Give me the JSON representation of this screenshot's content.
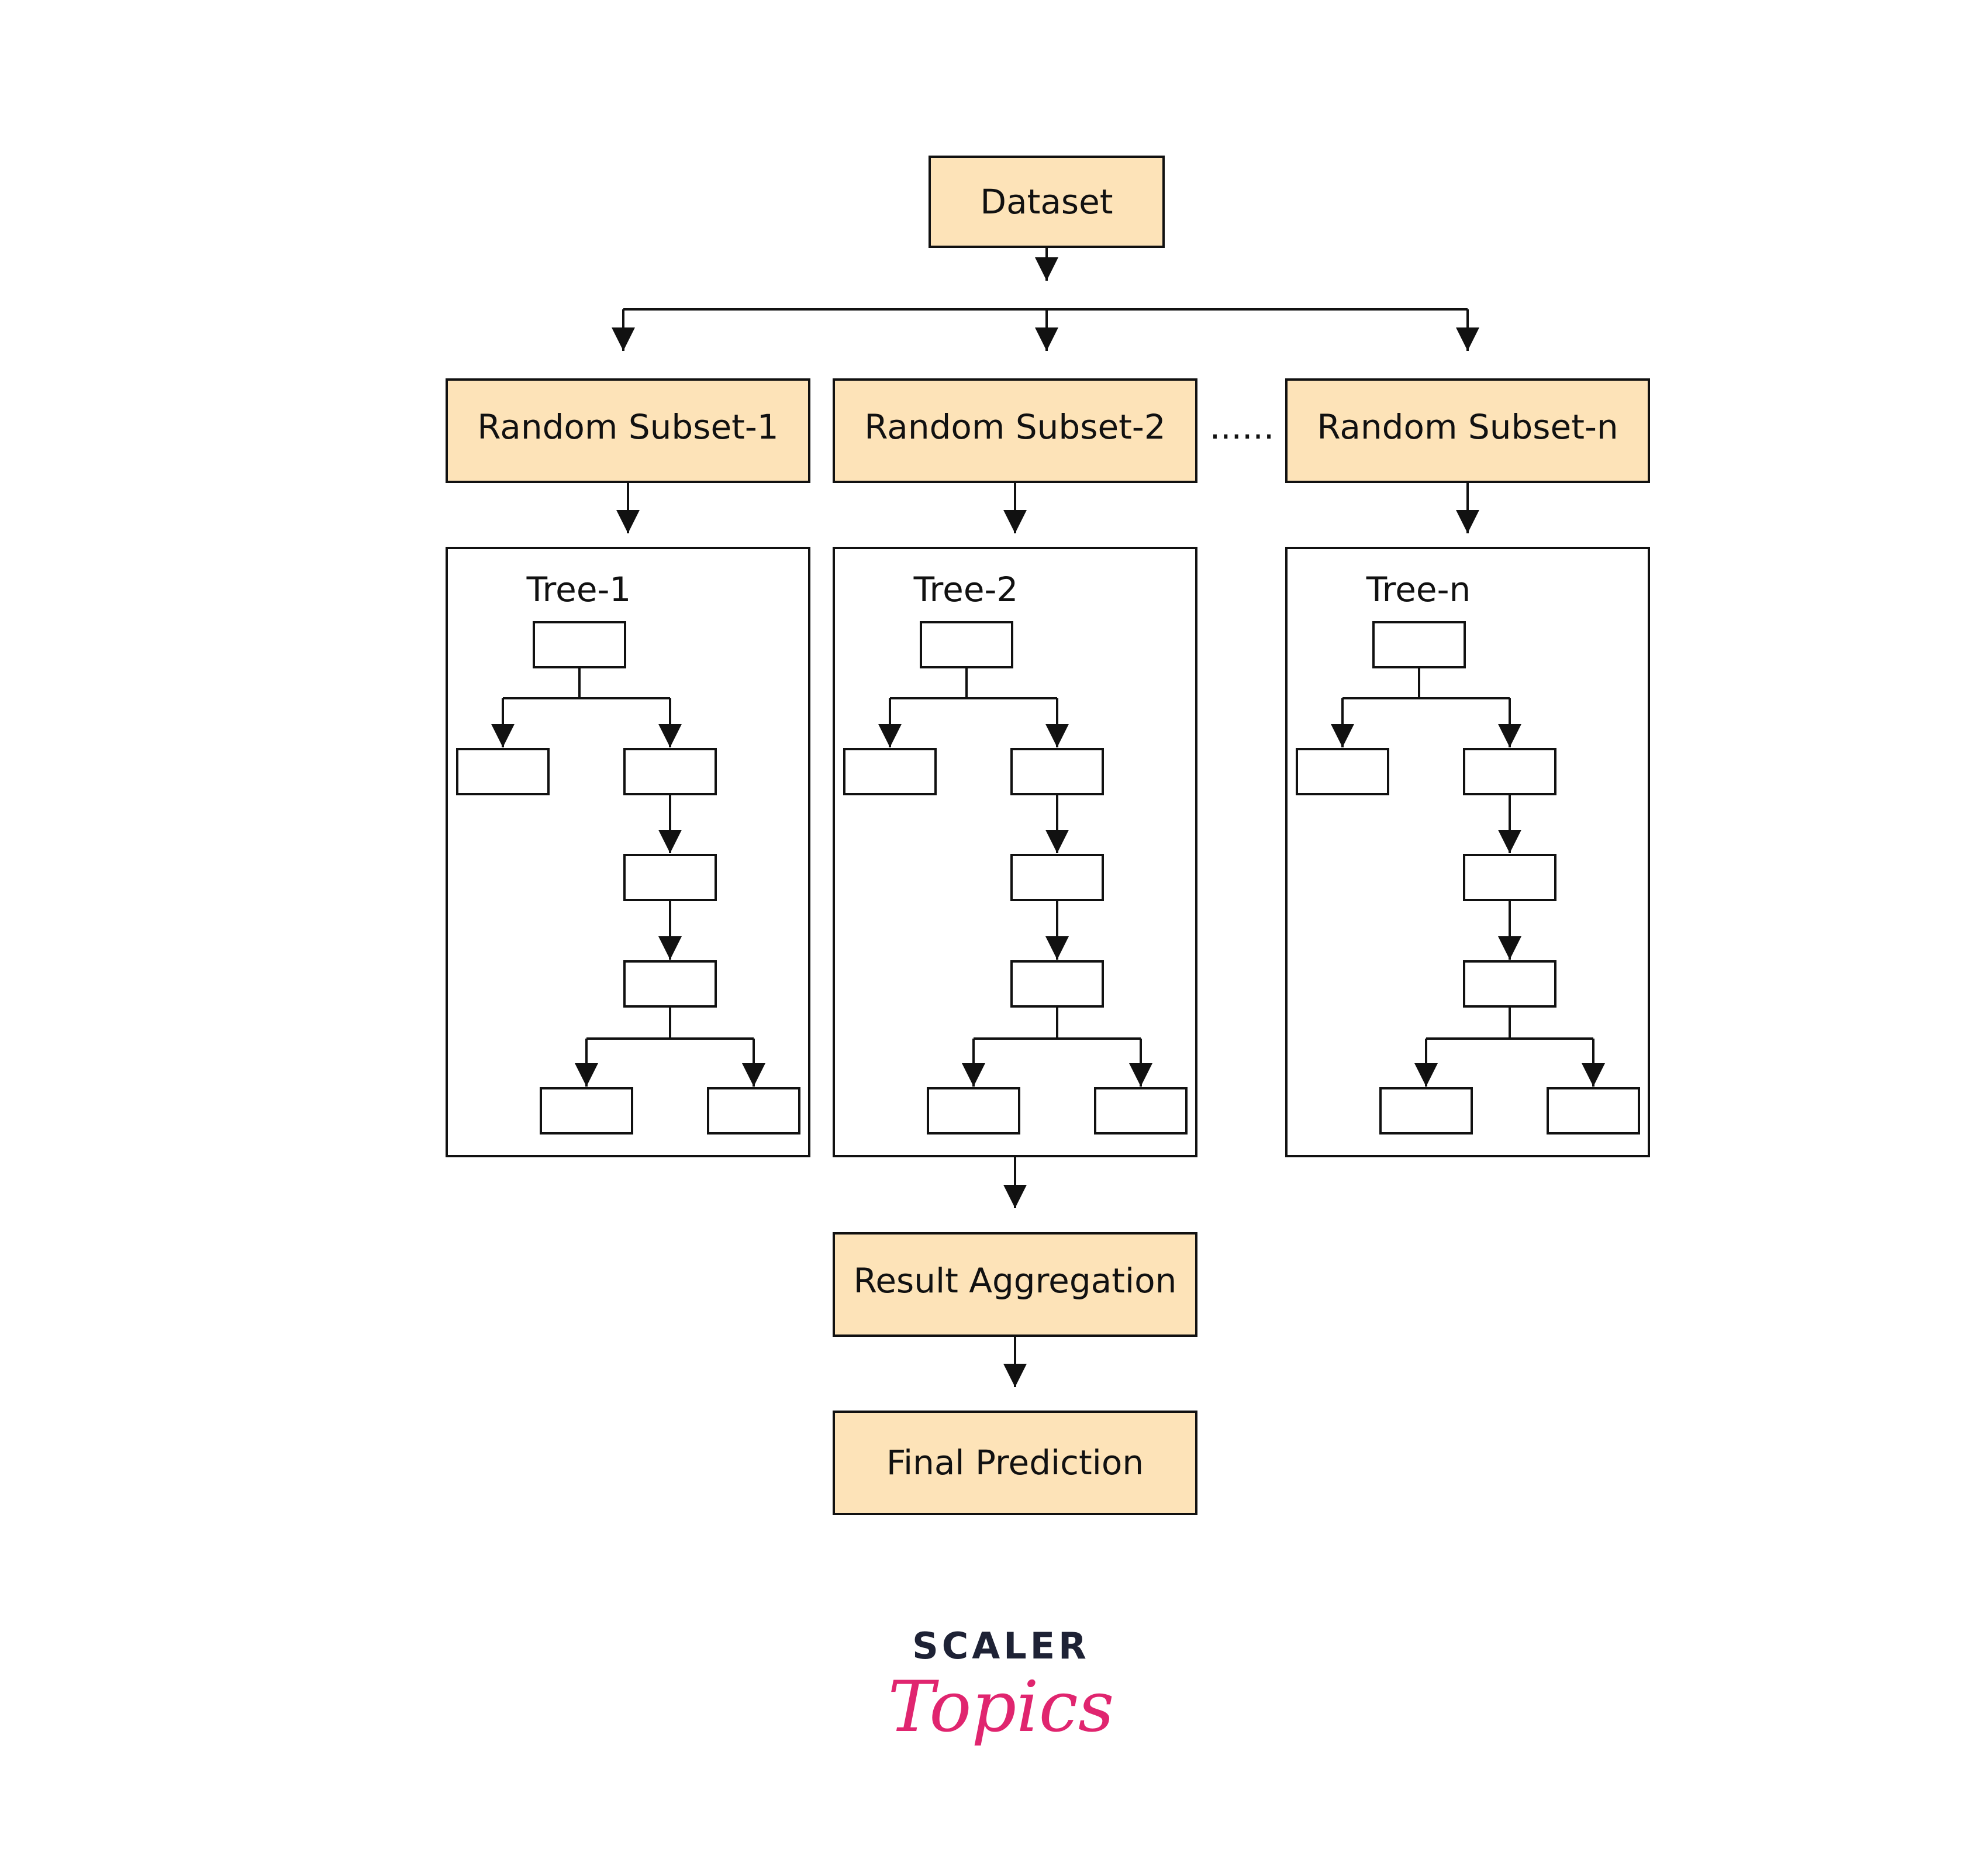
{
  "dataset_label": "Dataset",
  "subsets": [
    "Random Subset-1",
    "Random Subset-2",
    "Random Subset-n"
  ],
  "ellipsis": "......",
  "trees": [
    "Tree-1",
    "Tree-2",
    "Tree-n"
  ],
  "aggregation_label": "Result Aggregation",
  "final_label": "Final Prediction",
  "logo": {
    "top": "SCALER",
    "bottom": "Topics",
    "top_color": "#1e2235",
    "bottom_color": "#e0256f"
  },
  "colors": {
    "node_fill": "#fde3b8",
    "stroke": "#111111"
  }
}
